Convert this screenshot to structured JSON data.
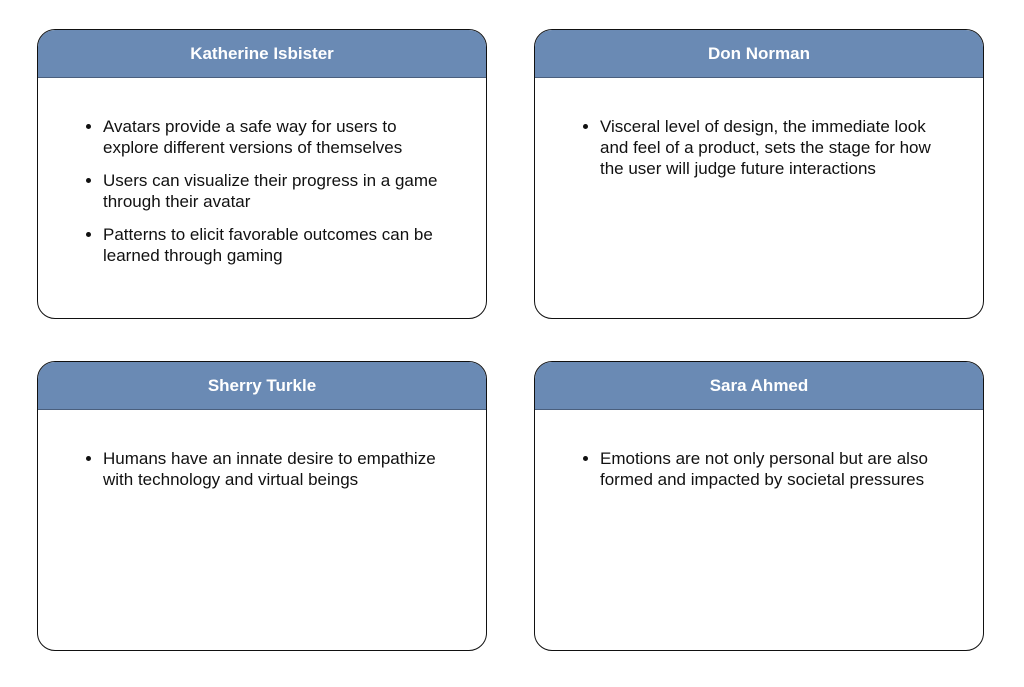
{
  "cards": [
    {
      "title": "Katherine Isbister",
      "bullets": [
        "Avatars provide a safe way for users to explore different versions of themselves",
        "Users can visualize their progress in a game through their avatar",
        "Patterns to elicit favorable outcomes can be learned through gaming"
      ]
    },
    {
      "title": "Don Norman",
      "bullets": [
        "Visceral level of design, the immediate look and feel of a product, sets the stage for how the user will judge future interactions"
      ]
    },
    {
      "title": "Sherry Turkle",
      "bullets": [
        "Humans have an innate desire to empathize with technology and virtual beings"
      ]
    },
    {
      "title": "Sara Ahmed",
      "bullets": [
        "Emotions are not only personal but are also formed and impacted by societal pressures"
      ]
    }
  ],
  "colors": {
    "header": "#6a8ab4"
  }
}
